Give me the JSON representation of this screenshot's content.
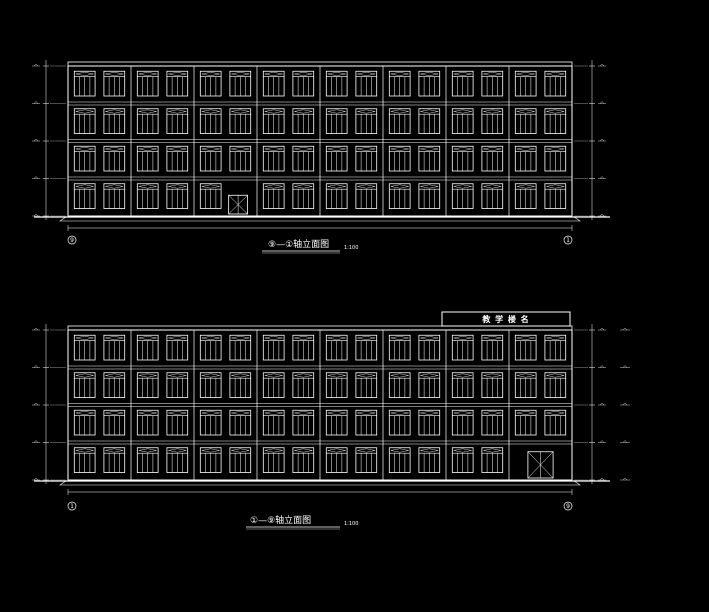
{
  "colors": {
    "background": "#000000",
    "line": "#ffffff",
    "dim_label": "#ffffff"
  },
  "elevation_1": {
    "title": "⑨—①轴立面图",
    "scale": "1:100",
    "axis_left": "9",
    "axis_right": "1",
    "floors": 4,
    "bays": 8,
    "door_bay": 3,
    "door_type": "double"
  },
  "elevation_2": {
    "title": "①—⑨轴立面图",
    "scale": "1:100",
    "axis_left": "1",
    "axis_right": "9",
    "floors": 4,
    "bays": 8,
    "door_bay": 8,
    "door_type": "single",
    "roof_sign": "教 学 楼 名"
  }
}
